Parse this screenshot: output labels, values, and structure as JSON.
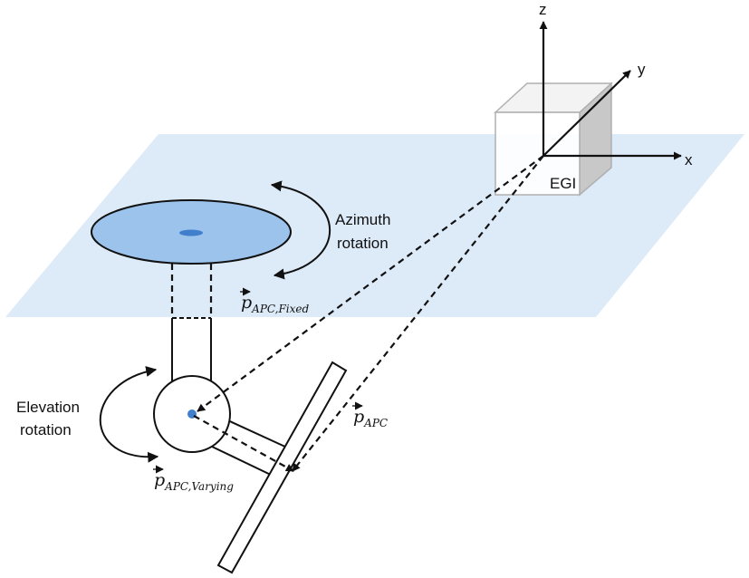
{
  "axes": {
    "x": "x",
    "y": "y",
    "z": "z"
  },
  "egi_label": "EGI",
  "azimuth": {
    "line1": "Azimuth",
    "line2": "rotation"
  },
  "elevation": {
    "line1": "Elevation",
    "line2": "rotation"
  },
  "vectors": {
    "fixed": {
      "symbol": "p",
      "subscript": "APC,Fixed"
    },
    "total": {
      "symbol": "p",
      "subscript": "APC"
    },
    "varying": {
      "symbol": "p",
      "subscript": "APC,Varying"
    }
  },
  "colors": {
    "plane": "#ddeaf8",
    "disc": "#9cc3ec",
    "disc_center": "#3f7fcc",
    "pivot": "#3f7fcc",
    "box_edge": "#b0b0b0",
    "box_side": "#c6c6c6",
    "stroke": "#111111"
  }
}
